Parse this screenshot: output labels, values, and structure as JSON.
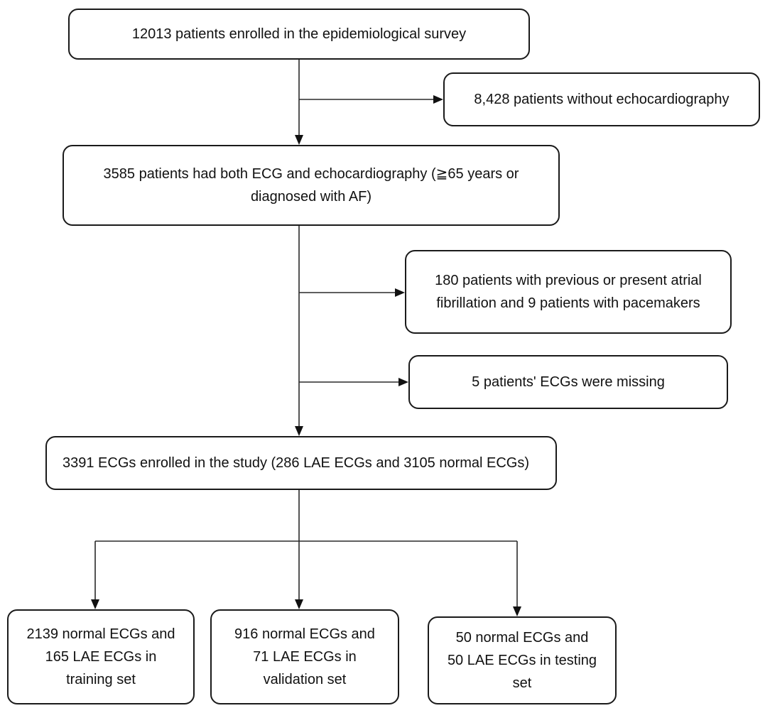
{
  "boxes": {
    "enrolled": "12013  patients enrolled in the epidemiological survey",
    "no_echo": "8,428  patients without echocardiography",
    "both_line1": "3585  patients had both ECG and echocardiography (≧65 years or",
    "both_line2": "diagnosed with AF)",
    "af_line1": "180 patients with previous or present atrial",
    "af_line2": "fibrillation and 9 patients with pacemakers",
    "missing": "5 patients' ECGs were missing",
    "study": "3391  ECGs enrolled in the study (286 LAE ECGs and 3105 normal ECGs)",
    "train_line1": "2139  normal ECGs and",
    "train_line2": "165 LAE ECGs in",
    "train_line3": "training set",
    "val_line1": "916 normal ECGs and",
    "val_line2": "71 LAE ECGs in",
    "val_line3": "validation set",
    "test_line1": "50 normal ECGs and",
    "test_line2": "50 LAE ECGs in testing",
    "test_line3": "set"
  }
}
